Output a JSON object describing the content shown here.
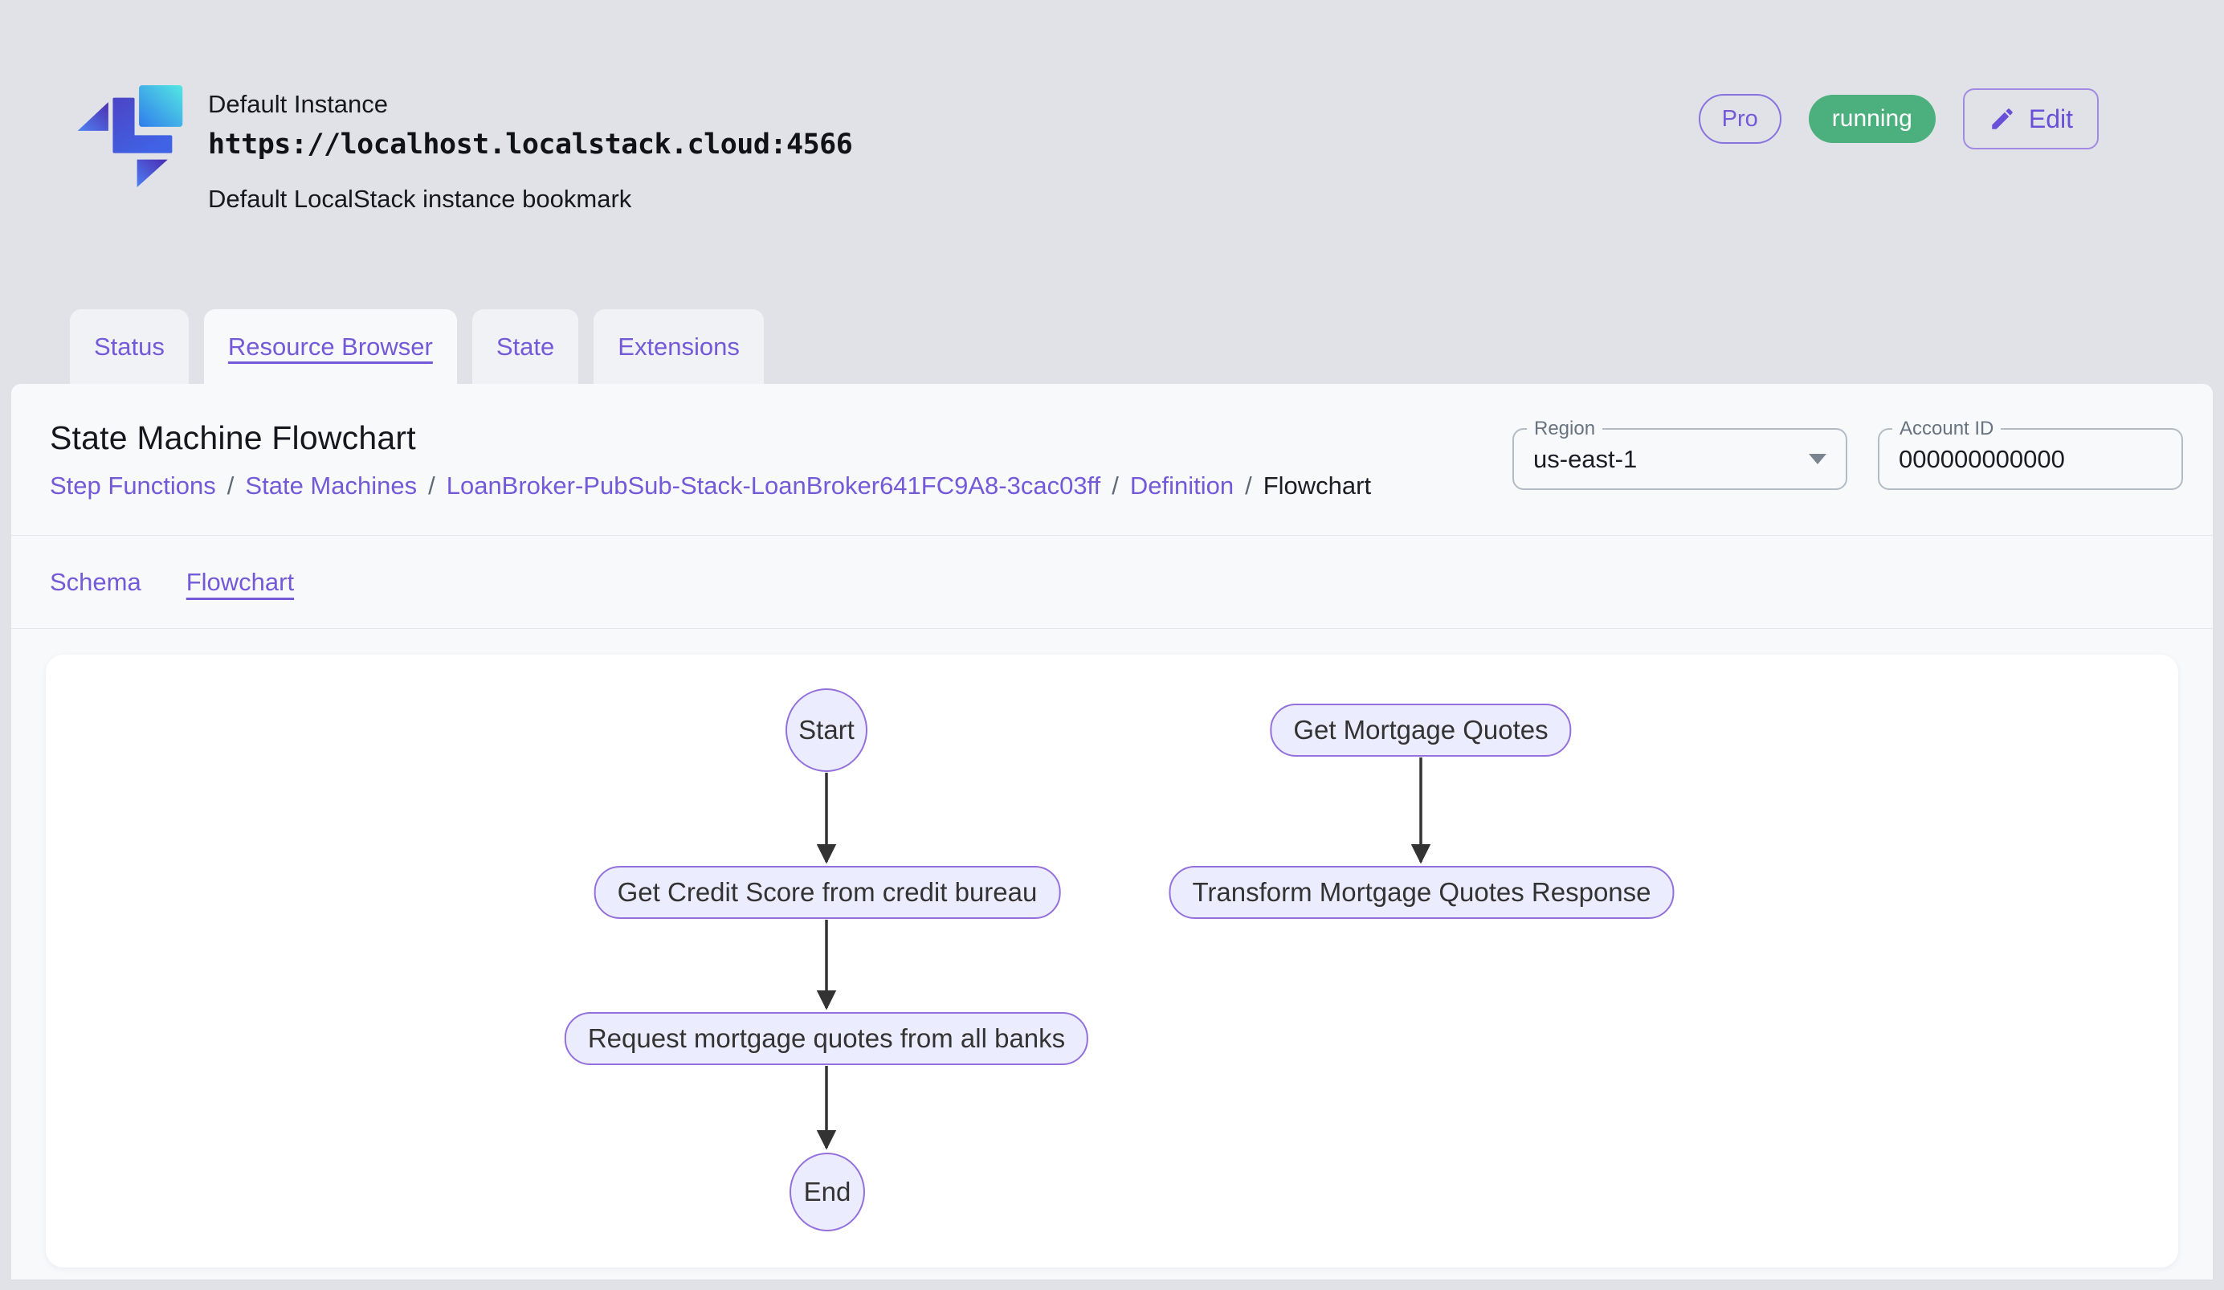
{
  "header": {
    "instance_name": "Default Instance",
    "instance_url": "https://localhost.localstack.cloud:4566",
    "instance_description": "Default LocalStack instance bookmark",
    "pro_badge": "Pro",
    "status_badge": "running",
    "edit_label": "Edit"
  },
  "tabs": [
    {
      "label": "Status"
    },
    {
      "label": "Resource Browser"
    },
    {
      "label": "State"
    },
    {
      "label": "Extensions"
    }
  ],
  "active_tab": "Resource Browser",
  "page": {
    "title": "State Machine Flowchart",
    "breadcrumb": [
      {
        "label": "Step Functions"
      },
      {
        "label": "State Machines"
      },
      {
        "label": "LoanBroker-PubSub-Stack-LoanBroker641FC9A8-3cac03ff"
      },
      {
        "label": "Definition"
      },
      {
        "label": "Flowchart"
      }
    ],
    "breadcrumb_separator": "/",
    "region": {
      "label": "Region",
      "value": "us-east-1"
    },
    "account": {
      "label": "Account ID",
      "value": "000000000000"
    }
  },
  "subtabs": [
    {
      "label": "Schema"
    },
    {
      "label": "Flowchart"
    }
  ],
  "active_subtab": "Flowchart",
  "flowchart": {
    "nodes": [
      {
        "id": "start",
        "label": "Start",
        "shape": "ellipse"
      },
      {
        "id": "get-mortgage-quotes",
        "label": "Get Mortgage Quotes",
        "shape": "rounded"
      },
      {
        "id": "get-credit-score",
        "label": "Get Credit Score from credit bureau",
        "shape": "rounded"
      },
      {
        "id": "transform-response",
        "label": "Transform Mortgage Quotes Response",
        "shape": "rounded"
      },
      {
        "id": "request-quotes",
        "label": "Request mortgage quotes from all banks",
        "shape": "rounded"
      },
      {
        "id": "end",
        "label": "End",
        "shape": "ellipse"
      }
    ],
    "edges": [
      {
        "from": "start",
        "to": "get-credit-score"
      },
      {
        "from": "get-credit-score",
        "to": "request-quotes"
      },
      {
        "from": "request-quotes",
        "to": "end"
      },
      {
        "from": "get-mortgage-quotes",
        "to": "transform-response"
      }
    ]
  },
  "colors": {
    "accent_purple": "#7459d8",
    "running_green": "#4caf7e",
    "node_fill": "#ececff",
    "node_border": "#9370db",
    "edge": "#333333"
  }
}
